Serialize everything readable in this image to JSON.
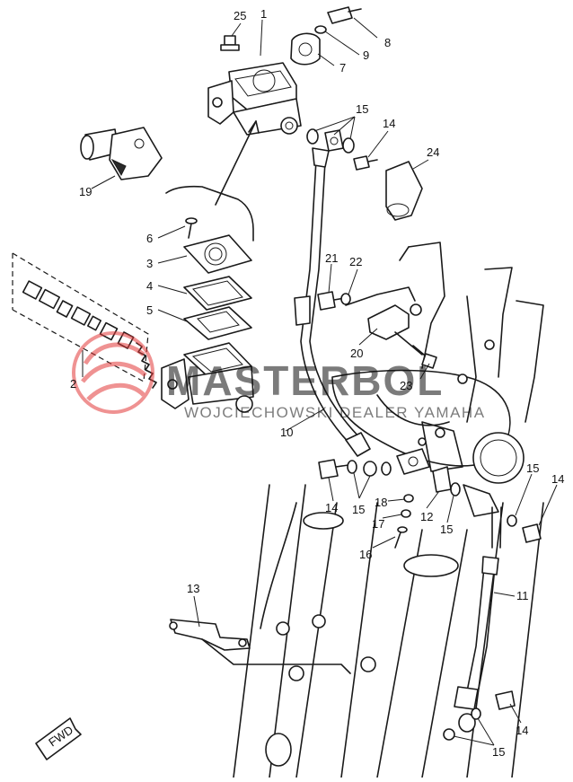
{
  "diagram": {
    "callouts": [
      {
        "id": "c25",
        "text": "25"
      },
      {
        "id": "c1",
        "text": "1"
      },
      {
        "id": "c8",
        "text": "8"
      },
      {
        "id": "c9",
        "text": "9"
      },
      {
        "id": "c7",
        "text": "7"
      },
      {
        "id": "c15a",
        "text": "15"
      },
      {
        "id": "c14a",
        "text": "14"
      },
      {
        "id": "c24",
        "text": "24"
      },
      {
        "id": "c19",
        "text": "19"
      },
      {
        "id": "c6",
        "text": "6"
      },
      {
        "id": "c3",
        "text": "3"
      },
      {
        "id": "c4",
        "text": "4"
      },
      {
        "id": "c5",
        "text": "5"
      },
      {
        "id": "c2",
        "text": "2"
      },
      {
        "id": "c21",
        "text": "21"
      },
      {
        "id": "c22",
        "text": "22"
      },
      {
        "id": "c20",
        "text": "20"
      },
      {
        "id": "c23",
        "text": "23"
      },
      {
        "id": "c10",
        "text": "10"
      },
      {
        "id": "c14b",
        "text": "14"
      },
      {
        "id": "c15b",
        "text": "15"
      },
      {
        "id": "c18",
        "text": "18"
      },
      {
        "id": "c17",
        "text": "17"
      },
      {
        "id": "c16",
        "text": "16"
      },
      {
        "id": "c12",
        "text": "12"
      },
      {
        "id": "c15c",
        "text": "15"
      },
      {
        "id": "c15d",
        "text": "15"
      },
      {
        "id": "c14c",
        "text": "14"
      },
      {
        "id": "c11",
        "text": "11"
      },
      {
        "id": "c13",
        "text": "13"
      },
      {
        "id": "c14d",
        "text": "14"
      },
      {
        "id": "c15e",
        "text": "15"
      }
    ],
    "fwd_label": "FWD"
  },
  "watermark": {
    "brand": "MASTERBOL",
    "tagline": "WOJCIECHOWSKI DEALER YAMAHA",
    "color": "#e23a3a"
  }
}
